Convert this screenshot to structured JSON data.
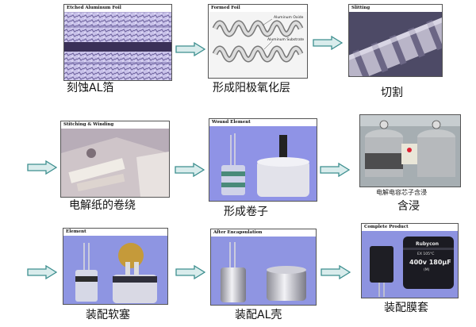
{
  "steps": [
    {
      "title": "Etched Aluminum Foil",
      "caption": "刻蚀AL箔"
    },
    {
      "title": "Formed Foil",
      "caption": "形成阳极氧化层",
      "labels": [
        "Aluminum Oxide",
        "Aluminum Substrate"
      ]
    },
    {
      "title": "Slitting",
      "caption": "切割"
    },
    {
      "title": "Stitching & Winding",
      "caption": "电解纸的卷绕"
    },
    {
      "title": "Wound Element",
      "caption": "形成卷子"
    },
    {
      "title": "",
      "caption": "含浸",
      "sublabel": "电解电容芯子含浸"
    },
    {
      "title": "Element",
      "caption": "装配软塞"
    },
    {
      "title": "After Encapsulation",
      "caption": "装配AL壳"
    },
    {
      "title": "Complete Product",
      "caption": "装配膜套",
      "can_text": [
        "Rubycon",
        "EX 105°C",
        "400v 180μF",
        "(M)"
      ]
    }
  ],
  "colors": {
    "arrow_fill": "#d9ecec",
    "arrow_stroke": "#3d8f8f"
  }
}
